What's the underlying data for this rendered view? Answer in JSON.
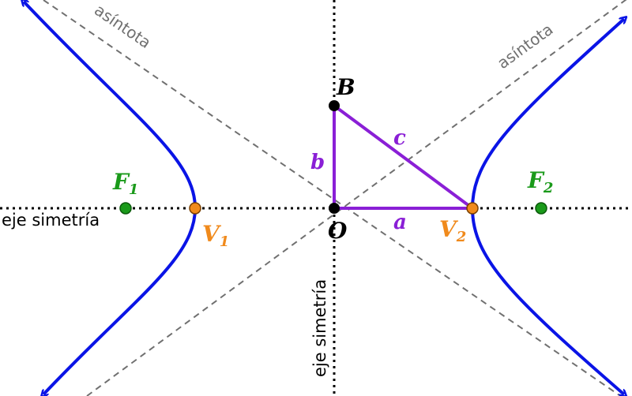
{
  "labels": {
    "asymptote_left": "asíntota",
    "asymptote_right": "asíntota",
    "axis_horizontal": "eje simetría",
    "axis_vertical": "eje simetría",
    "focus_1_letter": "F",
    "focus_1_sub": "1",
    "focus_2_letter": "F",
    "focus_2_sub": "2",
    "vertex_1_letter": "V",
    "vertex_1_sub": "1",
    "vertex_2_letter": "V",
    "vertex_2_sub": "2",
    "origin": "O",
    "point_b": "B",
    "side_a": "a",
    "side_b": "b",
    "side_c": "c"
  },
  "colors": {
    "hyperbola": "#0a14e6",
    "triangle": "#8a1fd6",
    "focus": "#1a9a1a",
    "vertex": "#f08a1c",
    "point": "#000000",
    "asymptote": "#707070",
    "axis": "#000000"
  }
}
